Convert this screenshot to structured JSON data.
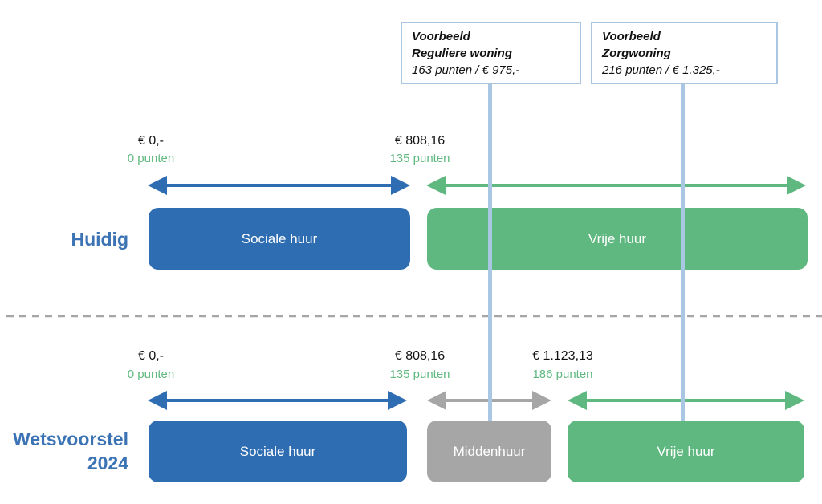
{
  "colors": {
    "social": "#2f6db2",
    "middle": "#a6a6a6",
    "free": "#5fb87f",
    "title": "#3b73b5",
    "callout_border": "#a9c6e3",
    "divider": "#a6a6a6"
  },
  "callouts": [
    {
      "title1": "Voorbeeld",
      "title2": "Reguliere woning",
      "detail": "163 punten / € 975,-"
    },
    {
      "title1": "Voorbeeld",
      "title2": "Zorgwoning",
      "detail": "216 punten / € 1.325,-"
    }
  ],
  "rows": {
    "current": {
      "title": "Huidig",
      "thresholds": [
        {
          "amount": "€ 0,-",
          "points": "0 punten"
        },
        {
          "amount": "€ 808,16",
          "points": "135 punten"
        }
      ],
      "segments": {
        "social": "Sociale huur",
        "free": "Vrije huur"
      }
    },
    "proposal": {
      "title_line1": "Wetsvoorstel",
      "title_line2": "2024",
      "thresholds": [
        {
          "amount": "€ 0,-",
          "points": "0 punten"
        },
        {
          "amount": "€ 808,16",
          "points": "135 punten"
        },
        {
          "amount": "€ 1.123,13",
          "points": "186 punten"
        }
      ],
      "segments": {
        "social": "Sociale huur",
        "middle": "Middenhuur",
        "free": "Vrije huur"
      }
    }
  }
}
